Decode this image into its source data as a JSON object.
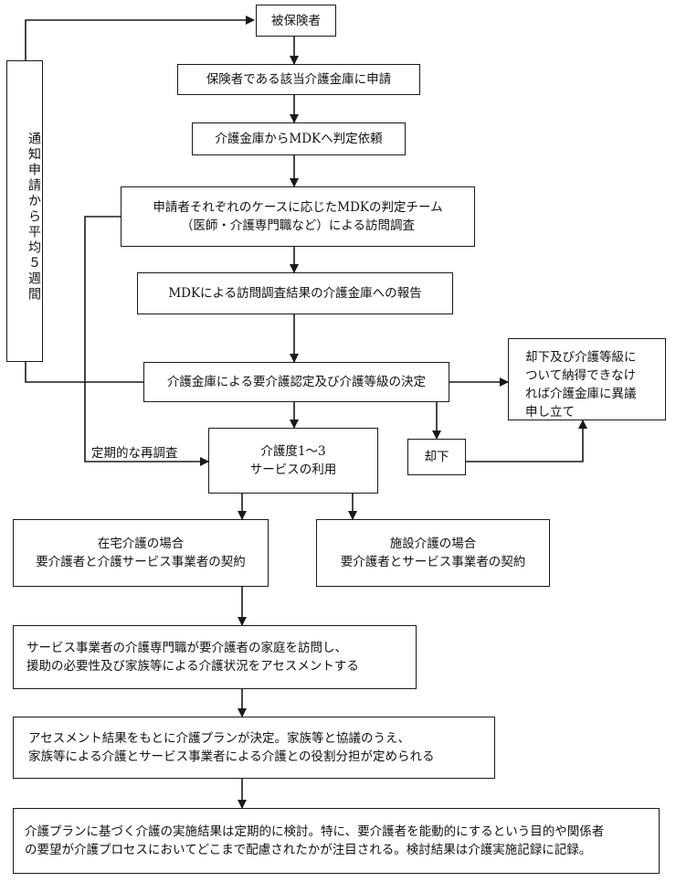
{
  "nodes": {
    "insured": {
      "lines": [
        "被保険者"
      ]
    },
    "apply": {
      "lines": [
        "保険者である該当介護金庫に申請"
      ]
    },
    "request_mdk": {
      "lines": [
        "介護金庫からMDKへ判定依頼"
      ]
    },
    "visit_survey": {
      "lines": [
        "申請者それぞれのケースに応じたMDKの判定チーム",
        "（医師・介護専門職など）による訪問調査"
      ]
    },
    "report": {
      "lines": [
        "MDKによる訪問調査結果の介護金庫への報告"
      ]
    },
    "decision": {
      "lines": [
        "介護金庫による要介護認定及び介護等級の決定"
      ]
    },
    "appeal": {
      "lines": [
        "却下及び介護等級に",
        "ついて納得できなけ",
        "れば介護金庫に異議",
        "申し立て"
      ]
    },
    "rejection": {
      "lines": [
        "却下"
      ]
    },
    "care_level": {
      "lines": [
        "介護度1～3",
        "サービスの利用"
      ]
    },
    "home_care": {
      "lines": [
        "在宅介護の場合",
        "要介護者と介護サービス事業者の契約"
      ]
    },
    "facility_care": {
      "lines": [
        "施設介護の場合",
        "要介護者とサービス事業者の契約"
      ]
    },
    "assessment": {
      "lines": [
        "サービス事業者の介護専門職が要介護者の家庭を訪問し、",
        "援助の必要性及び家族等による介護状況をアセスメントする"
      ]
    },
    "care_plan": {
      "lines": [
        "アセスメント結果をもとに介護プランが決定。家族等と協議のうえ、",
        "家族等による介護とサービス事業者による介護との役割分担が定められる"
      ]
    },
    "review": {
      "lines": [
        "介護プランに基づく介護の実施結果は定期的に検討。特に、要介護者を能動的にするという目的や関係者",
        "の要望が介護プロセスにおいてどこまで配慮されたかが注目される。検討結果は介護実施記録に記録。"
      ]
    },
    "side_note": {
      "lines": [
        "通知申請から平均５週間"
      ]
    }
  },
  "labels": {
    "periodic_resurvey": "定期的な再調査"
  }
}
